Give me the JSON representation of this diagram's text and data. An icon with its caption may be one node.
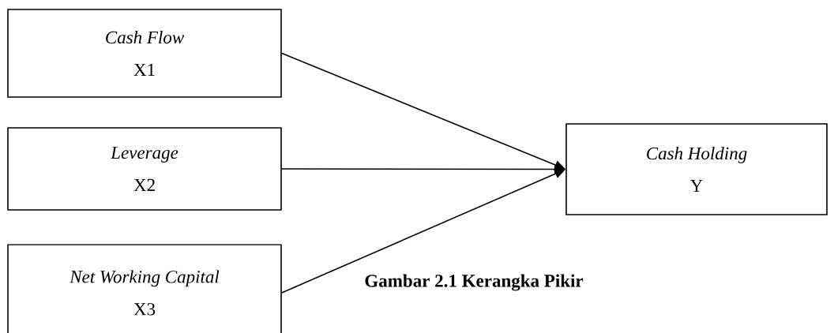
{
  "diagram": {
    "caption": "Gambar 2.1 Kerangka Pikir",
    "nodes": [
      {
        "text": [
          "Cash Flow",
          "X1"
        ]
      },
      {
        "text": [
          "Leverage",
          "X2"
        ]
      },
      {
        "text": [
          "Net Working Capital",
          "X3"
        ]
      },
      {
        "text": [
          "Cash Holding",
          "Y"
        ]
      }
    ],
    "edges": [
      {
        "from": 0,
        "to": 3,
        "arrow": "to"
      },
      {
        "from": 1,
        "to": 3,
        "arrow": "to"
      },
      {
        "from": 2,
        "to": 3,
        "arrow": "to"
      }
    ]
  }
}
